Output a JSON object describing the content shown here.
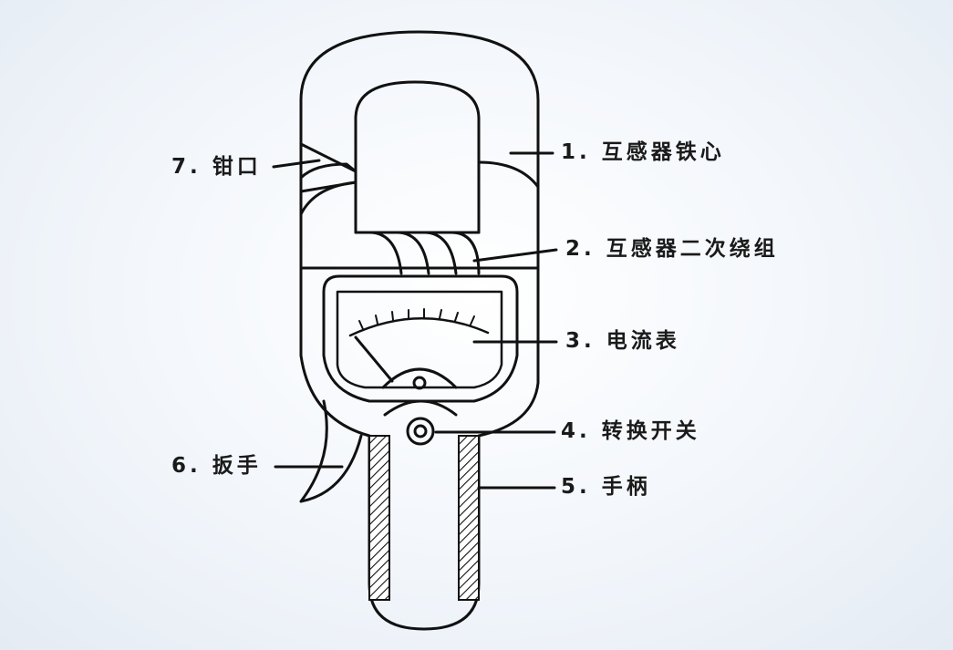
{
  "diagram": {
    "labels": [
      {
        "id": "core",
        "text": "1. 互感器铁心"
      },
      {
        "id": "winding",
        "text": "2. 互感器二次绕组"
      },
      {
        "id": "meter",
        "text": "3. 电流表"
      },
      {
        "id": "switch",
        "text": "4. 转换开关"
      },
      {
        "id": "handle",
        "text": "5. 手柄"
      },
      {
        "id": "trigger",
        "text": "6. 扳手"
      },
      {
        "id": "jaw",
        "text": "7. 钳口"
      }
    ],
    "colors": {
      "stroke": "#111111",
      "background": "#eef3f9"
    }
  }
}
